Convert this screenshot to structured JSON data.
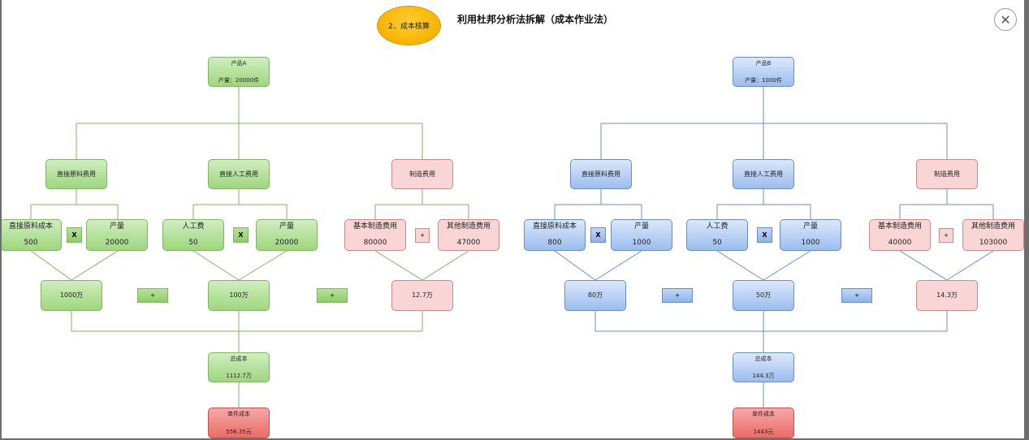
{
  "header": {
    "badge": "2、成本核算",
    "title": "利用杜邦分析法拆解（成本作业法）"
  },
  "colors": {
    "green": "#82b366",
    "blue": "#6c8ebf",
    "pink": "#c98a8a",
    "red": "#ea6b66"
  },
  "icons": {
    "close": "close-icon"
  },
  "left": {
    "product": {
      "l1": "产品A",
      "l2": "产量：20000件"
    },
    "direct_material": "直接原料费用",
    "direct_labor": "直接人工费用",
    "manufacturing": "制造费用",
    "dm_cost": {
      "l1": "直接原料成本",
      "l2": "500"
    },
    "dm_qty": {
      "l1": "产量",
      "l2": "20000"
    },
    "dl_cost": {
      "l1": "人工费",
      "l2": "50"
    },
    "dl_qty": {
      "l1": "产量",
      "l2": "20000"
    },
    "mf_basic": {
      "l1": "基本制造费用",
      "l2": "80000"
    },
    "mf_other": {
      "l1": "其他制造费用",
      "l2": "47000"
    },
    "op_times_1": "X",
    "op_times_2": "X",
    "op_plus_1": "+",
    "dm_total": "1000万",
    "dl_total": "100万",
    "mf_total": "12.7万",
    "plus_a": "+",
    "plus_b": "+",
    "total": {
      "l1": "总成本",
      "l2": "1112.7万"
    },
    "unit": {
      "l1": "单件成本",
      "l2": "556.35元"
    }
  },
  "right": {
    "product": {
      "l1": "产品B",
      "l2": "产量：1000件"
    },
    "direct_material": "直接原料费用",
    "direct_labor": "直接人工费用",
    "manufacturing": "制造费用",
    "dm_cost": {
      "l1": "直接原料成本",
      "l2": "800"
    },
    "dm_qty": {
      "l1": "产量",
      "l2": "1000"
    },
    "dl_cost": {
      "l1": "人工费",
      "l2": "50"
    },
    "dl_qty": {
      "l1": "产量",
      "l2": "1000"
    },
    "mf_basic": {
      "l1": "基本制造费用",
      "l2": "40000"
    },
    "mf_other": {
      "l1": "其他制造费用",
      "l2": "103000"
    },
    "op_times_1": "X",
    "op_times_2": "X",
    "op_plus_1": "+",
    "dm_total": "80万",
    "dl_total": "50万",
    "mf_total": "14.3万",
    "plus_a": "+",
    "plus_b": "+",
    "total": {
      "l1": "总成本",
      "l2": "144.3万"
    },
    "unit": {
      "l1": "单件成本",
      "l2": "1443元"
    }
  }
}
